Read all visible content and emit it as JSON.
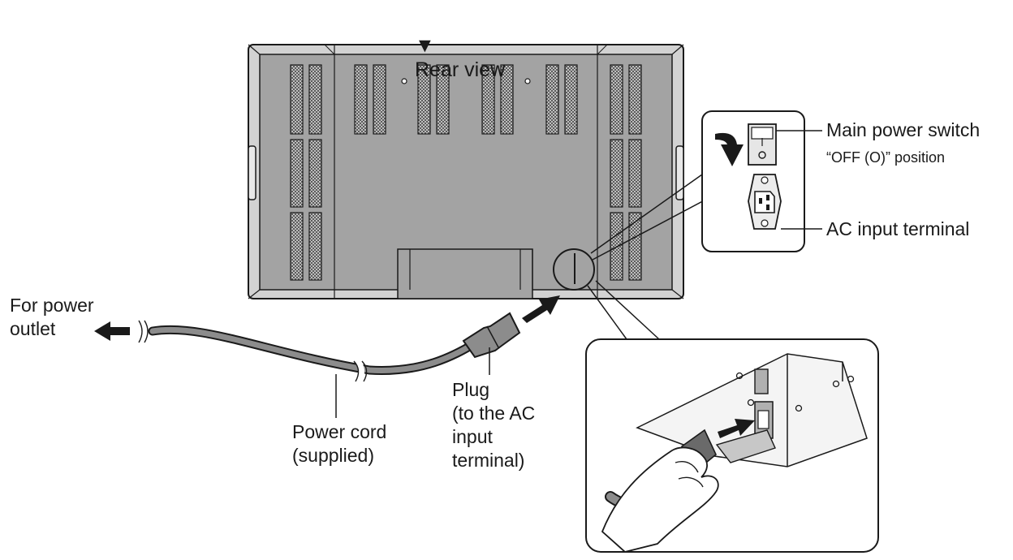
{
  "header": {
    "marker": "▼",
    "title": "Rear view"
  },
  "labels": {
    "main_power_switch": "Main power switch",
    "off_position": "“OFF (O)” position",
    "ac_input_terminal": "AC input terminal",
    "for_power_outlet": "For power\noutlet",
    "power_cord": "Power cord\n(supplied)",
    "plug": "Plug\n(to the AC\ninput\nterminal)"
  },
  "colors": {
    "panel_fill": "#a3a3a3",
    "panel_border": "#d2d2d2",
    "outline": "#1a1a1a",
    "cord": "#8c8c8c",
    "arrow": "#1a1a1a"
  }
}
